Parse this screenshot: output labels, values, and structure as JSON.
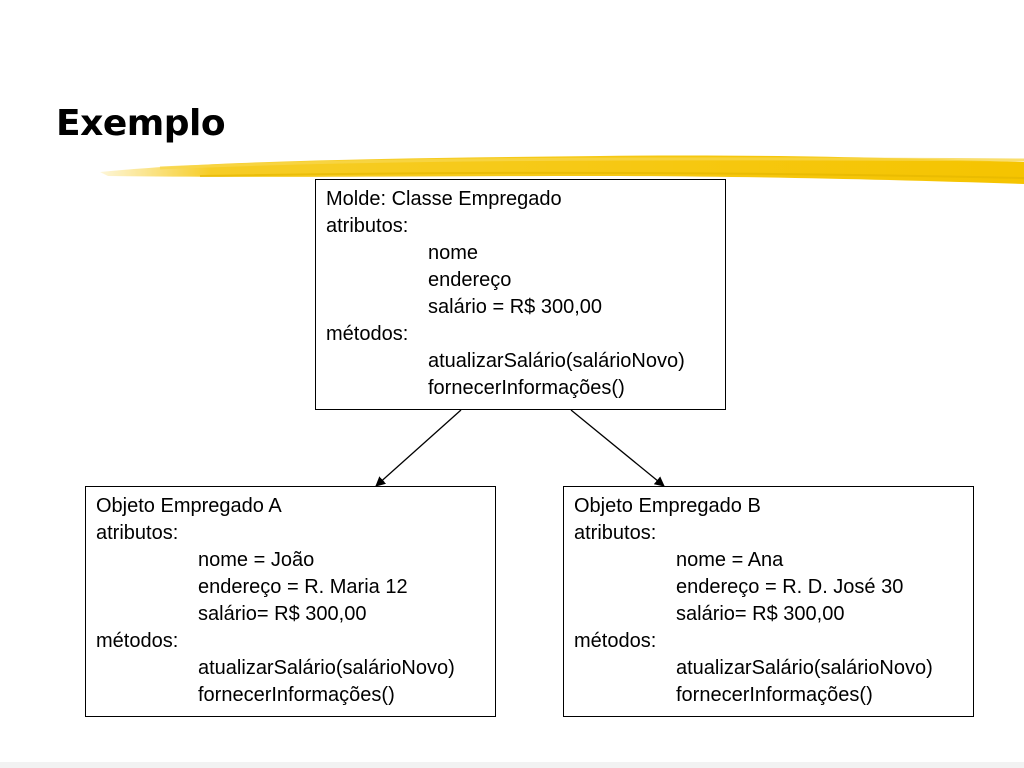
{
  "slide": {
    "title": "Exemplo",
    "accent_color": "#f5c400"
  },
  "class_box": {
    "header": "Molde: Classe Empregado",
    "attributes_label": "atributos:",
    "attributes": [
      "nome",
      "endereço",
      "salário = R$ 300,00"
    ],
    "methods_label": "métodos:",
    "methods": [
      "atualizarSalário(salárioNovo)",
      "fornecerInformações()"
    ]
  },
  "object_a": {
    "header": "Objeto Empregado A",
    "attributes_label": "atributos:",
    "attributes": [
      "nome = João",
      "endereço = R. Maria 12",
      "salário= R$ 300,00"
    ],
    "methods_label": "métodos:",
    "methods": [
      "atualizarSalário(salárioNovo)",
      "fornecerInformações()"
    ]
  },
  "object_b": {
    "header": "Objeto Empregado B",
    "attributes_label": "atributos:",
    "attributes": [
      "nome = Ana",
      "endereço = R. D. José 30",
      "salário= R$ 300,00"
    ],
    "methods_label": "métodos:",
    "methods": [
      "atualizarSalário(salárioNovo)",
      "fornecerInformações()"
    ]
  }
}
